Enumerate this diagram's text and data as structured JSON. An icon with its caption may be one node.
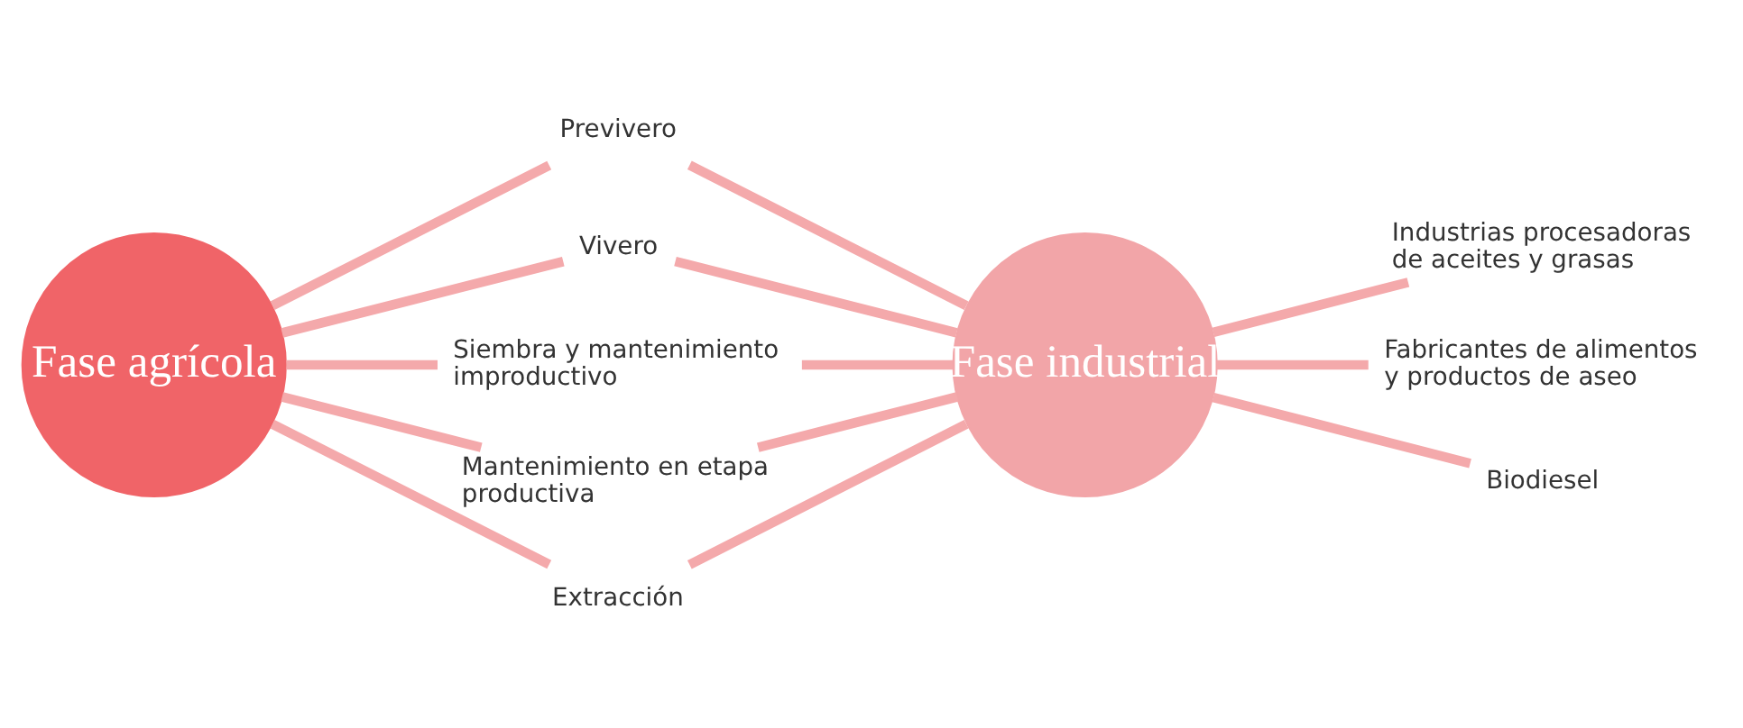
{
  "diagram": {
    "nodes": [
      {
        "text": [
          "Fase agrícola"
        ]
      },
      {
        "text": [
          "Previvero"
        ]
      },
      {
        "text": [
          "Vivero"
        ]
      },
      {
        "text": [
          "Siembra y mantenimiento improductivo"
        ]
      },
      {
        "text": [
          "Mantenimiento en etapa productiva"
        ]
      },
      {
        "text": [
          "Extracción"
        ]
      },
      {
        "text": [
          "Fase industrial"
        ]
      },
      {
        "text": [
          "Industrias procesadoras de aceites y grasas"
        ]
      },
      {
        "text": [
          "Fabricantes de alimentos y productos de aseo"
        ]
      },
      {
        "text": [
          "Biodiesel"
        ]
      }
    ],
    "edges": [
      {
        "from": 0,
        "to": 1,
        "arrow": "none"
      },
      {
        "from": 0,
        "to": 2,
        "arrow": "none"
      },
      {
        "from": 0,
        "to": 3,
        "arrow": "none"
      },
      {
        "from": 0,
        "to": 4,
        "arrow": "none"
      },
      {
        "from": 0,
        "to": 5,
        "arrow": "none"
      },
      {
        "from": 1,
        "to": 6,
        "arrow": "none"
      },
      {
        "from": 2,
        "to": 6,
        "arrow": "none"
      },
      {
        "from": 3,
        "to": 6,
        "arrow": "none"
      },
      {
        "from": 4,
        "to": 6,
        "arrow": "none"
      },
      {
        "from": 5,
        "to": 6,
        "arrow": "none"
      },
      {
        "from": 6,
        "to": 7,
        "arrow": "none"
      },
      {
        "from": 6,
        "to": 8,
        "arrow": "none"
      },
      {
        "from": 6,
        "to": 9,
        "arrow": "none"
      }
    ]
  }
}
